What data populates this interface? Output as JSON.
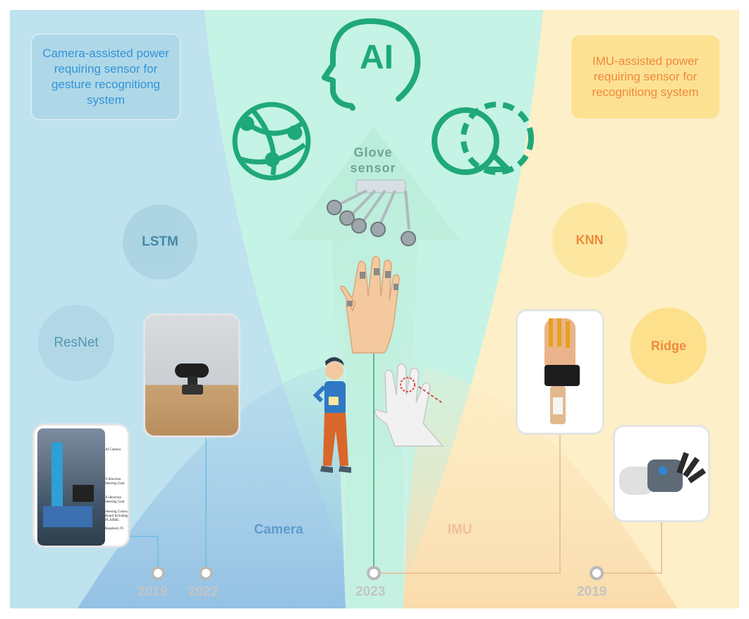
{
  "left_box": {
    "text": "Camera-assisted power requiring sensor for gesture recognitiong system"
  },
  "right_box": {
    "text": "IMU-assisted power requiring sensor for recognitiong system"
  },
  "ai_icon": {
    "text": "AI"
  },
  "glove": {
    "title": "Glove sensor"
  },
  "algorithms": {
    "lstm": "LSTM",
    "resnet": "ResNet",
    "knn": "KNN",
    "ridge": "Ridge"
  },
  "camera_label": "Camera",
  "imu_label": "IMU",
  "years": {
    "y1": "2019",
    "y2": "2022",
    "y3": "2023",
    "y4": "2019"
  },
  "robot_photo": {
    "annotations": [
      "AI Camera",
      "Y-direction Steering Gear",
      "X-direction Steering Gear",
      "Steering Control Board Including PCA9685",
      "Raspberry Pi"
    ]
  },
  "colors": {
    "camera_blue": "#bfe2ef",
    "center_teal": "#c5f3e6",
    "imu_yellow": "#fdefc7",
    "icon_green": "#1fa879",
    "knn_yellow": "#fde7a0"
  }
}
